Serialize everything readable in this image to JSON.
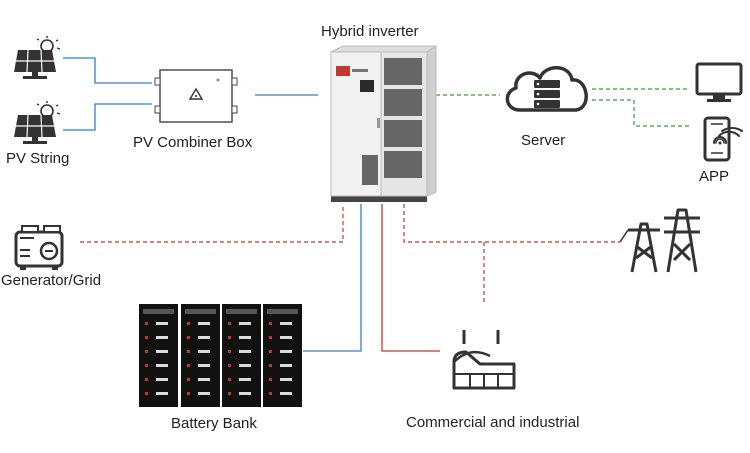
{
  "labels": {
    "inverter": "Hybrid inverter",
    "pv_string": "PV String",
    "combiner": "PV Combiner Box",
    "server": "Server",
    "app": "APP",
    "generator": "Generator/Grid",
    "battery": "Battery Bank",
    "commercial": "Commercial and industrial"
  },
  "colors": {
    "dc_line": "#2f7fd0",
    "ac_line": "#c0392b",
    "comm_line": "#3a9a3a",
    "icon_dark": "#333333",
    "inverter_body": "#eeeeee"
  },
  "icons": [
    "solar-panel-icon",
    "combiner-box-icon",
    "inverter-cabinet-icon",
    "cloud-server-icon",
    "monitor-icon",
    "phone-wifi-icon",
    "generator-icon",
    "battery-rack-icon",
    "factory-icon",
    "transmission-tower-icon"
  ]
}
